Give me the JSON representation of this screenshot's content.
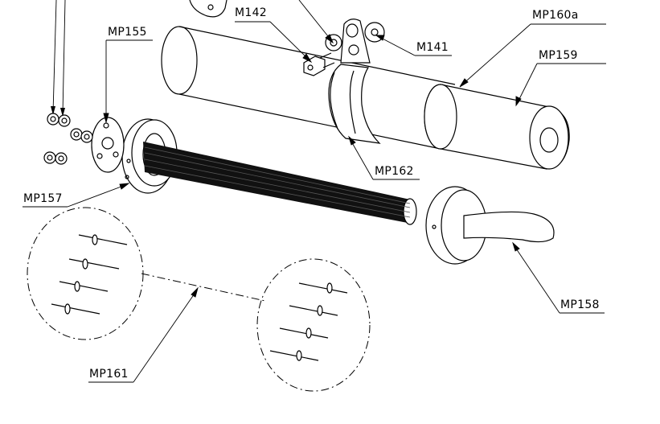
{
  "diagram": {
    "labels": {
      "m142": "M142",
      "mp160a": "MP160a",
      "mp155": "MP155",
      "m141": "M141",
      "mp159": "MP159",
      "mp162": "MP162",
      "mp157": "MP157",
      "mp158": "MP158",
      "mp161": "MP161"
    }
  }
}
